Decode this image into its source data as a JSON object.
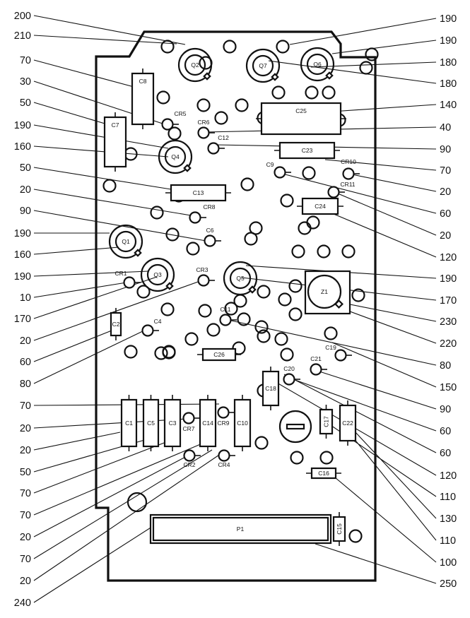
{
  "diagram": {
    "kind": "circuit board component location diagram",
    "left_callouts": [
      "200",
      "210",
      "70",
      "30",
      "50",
      "190",
      "160",
      "50",
      "20",
      "90",
      "190",
      "160",
      "190",
      "10",
      "170",
      "20",
      "60",
      "80",
      "70",
      "20",
      "20",
      "50",
      "70",
      "70",
      "20",
      "70",
      "20",
      "240"
    ],
    "right_callouts": [
      "190",
      "190",
      "180",
      "180",
      "140",
      "40",
      "90",
      "70",
      "20",
      "60",
      "20",
      "120",
      "190",
      "170",
      "230",
      "220",
      "80",
      "150",
      "90",
      "60",
      "60",
      "120",
      "110",
      "130",
      "110",
      "100",
      "250"
    ],
    "transistors": [
      "Q1",
      "Q2",
      "Q3",
      "Q4",
      "Q5",
      "Q6",
      "Q7"
    ],
    "diodes": [
      "CR1",
      "CR2",
      "CR3",
      "CR4",
      "CR5",
      "CR6",
      "CR7",
      "CR8",
      "CR9",
      "CR10",
      "CR11"
    ],
    "radial_caps": [
      "C4",
      "C6",
      "C9",
      "C11",
      "C12",
      "C19",
      "C20",
      "C21"
    ],
    "axial_caps": [
      "C1",
      "C2",
      "C3",
      "C5",
      "C7",
      "C8",
      "C10",
      "C13",
      "C14",
      "C15",
      "C16",
      "C17",
      "C18",
      "C22",
      "C23",
      "C24",
      "C25",
      "C26"
    ],
    "ic": "Z1",
    "connector": "P1"
  }
}
